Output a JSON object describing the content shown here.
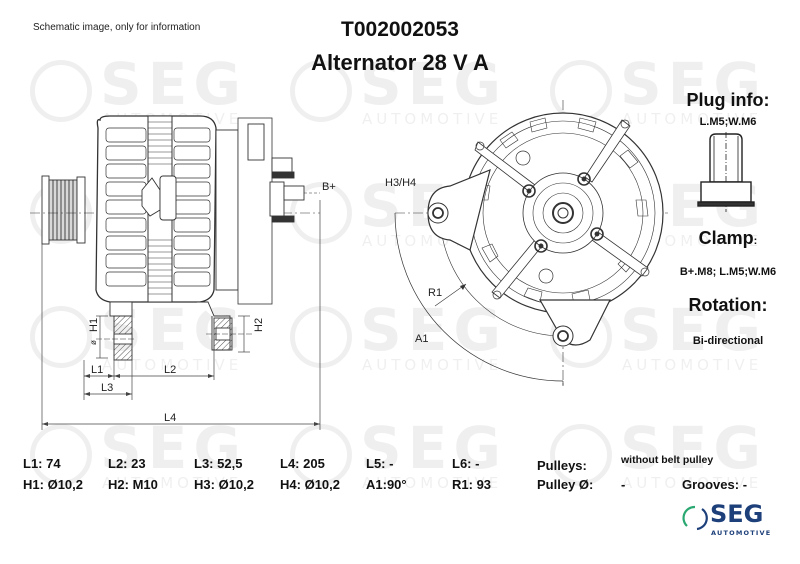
{
  "header": {
    "disclaimer": "Schematic image, only for information",
    "part_number": "T002002053",
    "product_name": "Alternator 28 V A"
  },
  "side_panel": {
    "plug_info_label": "Plug info:",
    "plug_info_value": "L.M5;W.M6",
    "clamp_label": "Clamp",
    "clamp_colon": ":",
    "clamp_value": "B+.M8; L.M5;W.M6",
    "rotation_label": "Rotation:",
    "rotation_value": "Bi-directional"
  },
  "drawing_labels": {
    "side_view": {
      "b_plus": "B+",
      "h1": "H1",
      "h2": "H2",
      "diameter": "ø",
      "l1": "L1",
      "l2": "L2",
      "l3": "L3",
      "l4": "L4"
    },
    "front_view": {
      "h3_h4": "H3/H4",
      "r1": "R1",
      "a1": "A1"
    }
  },
  "specs": {
    "row1": [
      {
        "label": "L1:",
        "value": "74"
      },
      {
        "label": "L2:",
        "value": "23"
      },
      {
        "label": "L3:",
        "value": "52,5"
      },
      {
        "label": "L4:",
        "value": "205"
      },
      {
        "label": "L5:",
        "value": "-"
      },
      {
        "label": "L6:",
        "value": "-"
      }
    ],
    "row2": [
      {
        "label": "H1:",
        "value": "Ø10,2"
      },
      {
        "label": "H2:",
        "value": "M10"
      },
      {
        "label": "H3:",
        "value": "Ø10,2"
      },
      {
        "label": "H4:",
        "value": "Ø10,2"
      },
      {
        "label": "A1:",
        "value": "90°"
      },
      {
        "label": "R1:",
        "value": "93"
      }
    ],
    "pulleys_label": "Pulleys:",
    "pulleys_value": "without belt pulley",
    "pulley_diameter_label": "Pulley Ø:",
    "pulley_diameter_value": "-",
    "grooves_label": "Grooves:",
    "grooves_value": "-"
  },
  "logo": {
    "brand": "SEG",
    "subtitle": "AUTOMOTIVE",
    "colors": {
      "text": "#1d3f7a",
      "ring_green": "#2aa872",
      "ring_blue": "#1d3f7a"
    }
  },
  "watermark": {
    "brand": "SEG",
    "subtitle": "AUTOMOTIVE"
  }
}
